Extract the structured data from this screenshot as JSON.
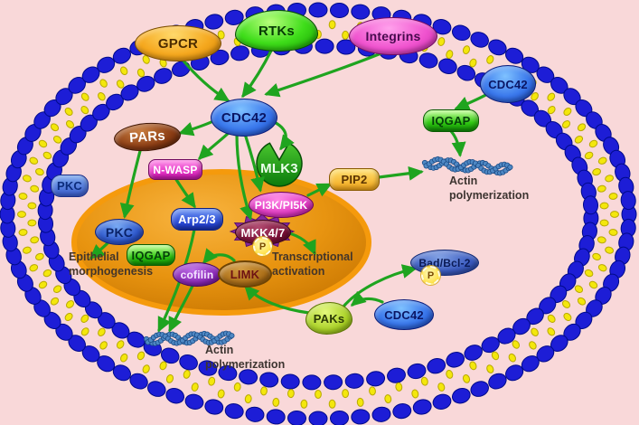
{
  "figure": {
    "type": "cell-signaling-pathway-diagram",
    "subject": "CDC42 signaling",
    "background_color": "#f9d8d9",
    "arrow_color": "#1fa41f",
    "membrane_bead_color": "#1d1dd6",
    "lipid_head_color": "#f4e70c",
    "nucleus_color": "#e89410",
    "actin_bead_color": "#4e88c4"
  },
  "nodes": {
    "gpcr": {
      "label": "GPCR"
    },
    "rtks": {
      "label": "RTKs"
    },
    "integrins": {
      "label": "Integrins"
    },
    "cdc42_center": {
      "label": "CDC42"
    },
    "pars": {
      "label": "PARs"
    },
    "nwasp": {
      "label": "N-WASP"
    },
    "mlk3": {
      "label": "MLK3"
    },
    "pkc_cytoplasm": {
      "label": "PKC"
    },
    "pkc_nucleus": {
      "label": "PKC"
    },
    "iqgap_nucleus": {
      "label": "IQGAP"
    },
    "arp23": {
      "label": "Arp2/3"
    },
    "pi3k_pi5k": {
      "label": "PI3K/PI5K"
    },
    "mkk47": {
      "label": "MKK4/7"
    },
    "cofilin": {
      "label": "cofilin"
    },
    "limk": {
      "label": "LIMK"
    },
    "pip2": {
      "label": "PIP2"
    },
    "cdc42_membrane": {
      "label": "CDC42"
    },
    "iqgap_right": {
      "label": "IQGAP"
    },
    "bad_bcl2": {
      "label": "Bad/Bcl-2"
    },
    "paks": {
      "label": "PAKs"
    },
    "cdc42_cytoplasm": {
      "label": "CDC42"
    }
  },
  "badges": {
    "phospho_mkk47": "P",
    "phospho_bad": "P"
  },
  "annotations": {
    "epithelial": "Epithelial\nmorphogenesis",
    "transcriptional": "Transcriptional\nactivation",
    "actin_right": "Actin\npolymerization",
    "actin_bottom": "Actin\npolymerization"
  },
  "edges": [
    {
      "from": "GPCR",
      "to": "CDC42"
    },
    {
      "from": "RTKs",
      "to": "CDC42"
    },
    {
      "from": "Integrins",
      "to": "CDC42"
    },
    {
      "from": "CDC42",
      "to": "PARs"
    },
    {
      "from": "CDC42",
      "to": "N-WASP"
    },
    {
      "from": "CDC42",
      "to": "MLK3"
    },
    {
      "from": "CDC42",
      "to": "PI3K/PI5K"
    },
    {
      "from": "CDC42",
      "to": "MKK4/7"
    },
    {
      "from": "PARs",
      "to": "PKC (nucleus)"
    },
    {
      "from": "PKC (nucleus)",
      "to": "Epithelial morphogenesis"
    },
    {
      "from": "N-WASP",
      "to": "Arp2/3"
    },
    {
      "from": "Arp2/3",
      "to": "Actin polymerization (bottom)"
    },
    {
      "from": "cofilin",
      "to": "Actin polymerization (bottom)"
    },
    {
      "from": "LIMK",
      "to": "cofilin"
    },
    {
      "from": "MKK4/7",
      "to": "Transcriptional activation"
    },
    {
      "from": "PI3K/PI5K",
      "to": "PIP2"
    },
    {
      "from": "PIP2",
      "to": "Actin polymerization (right)"
    },
    {
      "from": "CDC42 (membrane)",
      "to": "IQGAP"
    },
    {
      "from": "IQGAP",
      "to": "Actin polymerization (right)"
    },
    {
      "from": "PAKs",
      "to": "LIMK"
    },
    {
      "from": "PAKs",
      "to": "Bad/Bcl-2"
    },
    {
      "from": "CDC42 (cytoplasm)",
      "to": "PAKs"
    }
  ]
}
